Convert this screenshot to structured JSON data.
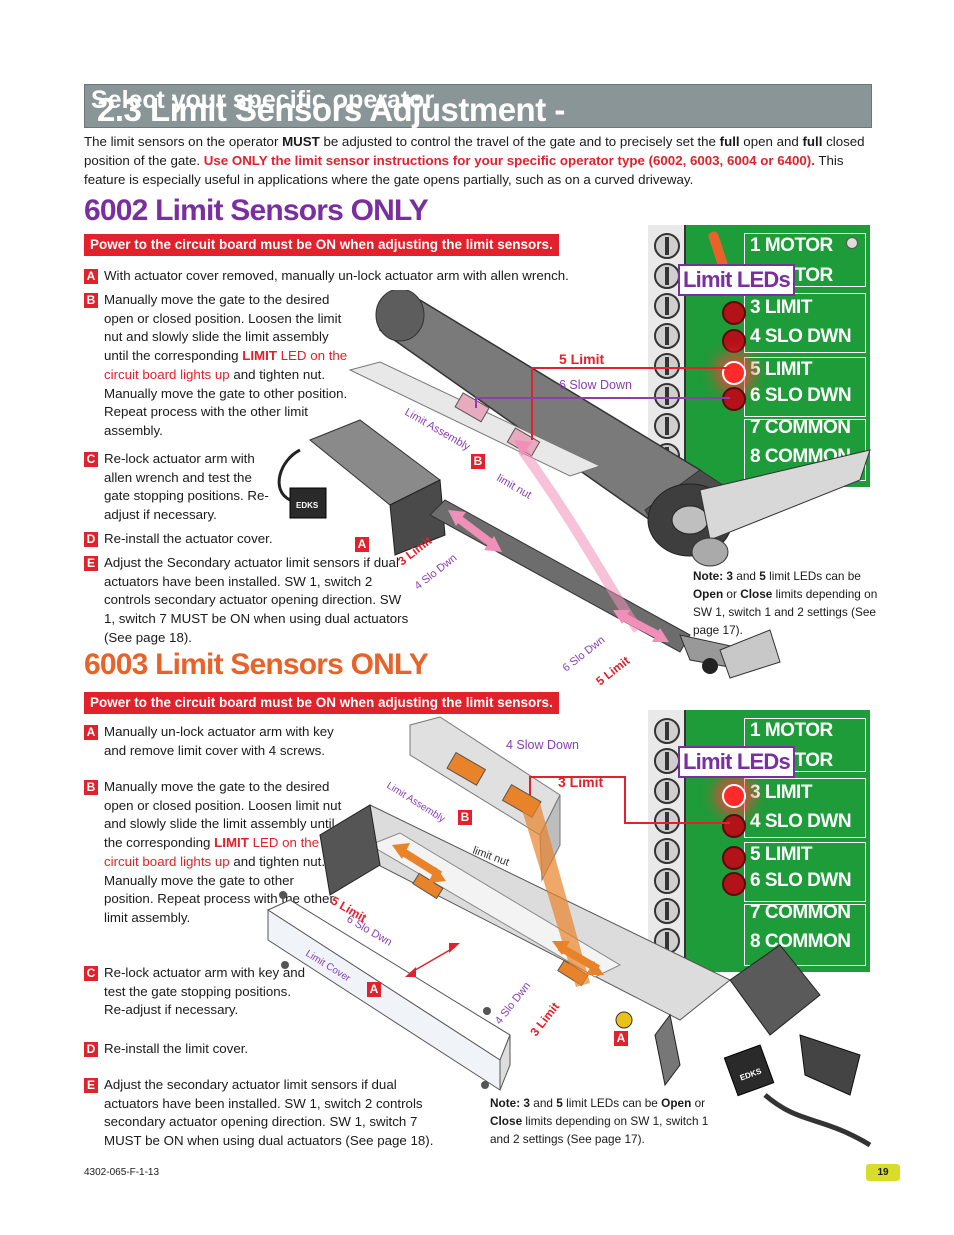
{
  "header": {
    "title_main": "2.3 Limit Sensors Adjustment -",
    "title_sub": "Select your specific operator"
  },
  "intro": {
    "p1a": "The limit sensors on the operator ",
    "p1b": "MUST",
    "p1c": " be adjusted to control the travel of the gate and to precisely set the ",
    "p1d": "full",
    "p1e": " open and ",
    "p1f": "full",
    "p1g": " closed position of the gate. ",
    "p1h": "Use ONLY the limit sensor instructions for your specific operator type (6002, 6003, 6004 or 6400).",
    "p1i": " This feature is especially useful in applications where the gate opens partially, such as on a curved driveway."
  },
  "s6002": {
    "title": "6002 Limit Sensors ONLY",
    "banner": "Power to the circuit board must be ON when adjusting the limit sensors.",
    "steps": [
      {
        "badge": "A",
        "text": "With actuator cover removed, manually un-lock actuator arm with allen wrench."
      },
      {
        "badge": "B",
        "t1": "Manually move the gate to the desired open or closed position. Loosen the limit nut and slowly slide the limit assembly until the corresponding ",
        "t2": "LIMIT",
        "t3": " LED on the circuit board lights up",
        "t4": " and tighten nut. Manually move the gate to other position. Repeat process with the other limit assembly."
      },
      {
        "badge": "C",
        "text": "Re-lock actuator arm with allen wrench and test the gate stopping positions. Re-adjust if necessary."
      },
      {
        "badge": "D",
        "text": "Re-install the actuator cover."
      },
      {
        "badge": "E",
        "text": "Adjust the Secondary actuator limit sensors if dual actuators have been installed. SW 1, switch 2 controls secondary actuator opening direction. SW 1, switch 7 MUST be ON when using dual actuators (See page 18)."
      }
    ],
    "board": {
      "labels": [
        "1 MOTOR",
        "2 MOTOR",
        "3 LIMIT",
        "4 SLO DWN",
        "5 LIMIT",
        "6 SLO DWN",
        "7 COMMON",
        "8 COMMON"
      ],
      "limit_leds": "Limit LEDs"
    },
    "diagram": {
      "five_limit": "5 Limit",
      "six_slow_down": "6 Slow Down",
      "limit_assembly": "Limit Assembly",
      "limit_nut": "limit nut",
      "b": "B",
      "a": "A",
      "three_limit": "3 Limit",
      "four_slo_dwn": "4 Slo Dwn",
      "six_slo_dwn": "6 Slo Dwn",
      "five_limit_bottom": "5 Limit",
      "brand": "EDKS"
    },
    "note": {
      "a": "Note: ",
      "b": "3",
      "c": " and ",
      "d": "5",
      "e": " limit LEDs can be ",
      "f": "Open",
      "g": " or ",
      "h": "Close",
      "i": " limits depending on SW 1, switch 1 and 2 settings (See page 17)."
    }
  },
  "s6003": {
    "title": "6003 Limit Sensors ONLY",
    "banner": "Power to the circuit board must be ON when adjusting the limit sensors.",
    "steps": [
      {
        "badge": "A",
        "text": "Manually un-lock actuator arm with key and remove limit cover with 4 screws."
      },
      {
        "badge": "B",
        "t1": "Manually move the gate to the desired open or closed position. Loosen limit nut and slowly slide the limit assembly until the corresponding ",
        "t2": "LIMIT",
        "t3": " LED on the circuit board lights up",
        "t4": " and tighten nut. Manually move the gate to other position. Repeat process with the other limit assembly."
      },
      {
        "badge": "C",
        "text": "Re-lock actuator arm with key and test the gate stopping positions. Re-adjust if necessary."
      },
      {
        "badge": "D",
        "text": "Re-install the limit cover."
      },
      {
        "badge": "E",
        "text": "Adjust the secondary actuator limit sensors if dual actuators have been installed. SW 1, switch 2 controls secondary actuator opening direction. SW 1, switch 7 MUST be ON when using dual actuators (See page 18)."
      }
    ],
    "board": {
      "labels": [
        "1 MOTOR",
        "2 MOTOR",
        "3 LIMIT",
        "4 SLO DWN",
        "5 LIMIT",
        "6 SLO DWN",
        "7 COMMON",
        "8 COMMON"
      ],
      "limit_leds": "Limit LEDs"
    },
    "diagram": {
      "four_slow_down": "4 Slow Down",
      "three_limit": "3 Limit",
      "limit_assembly": "Limit Assembly",
      "limit_nut": "limit nut",
      "b": "B",
      "five_limit": "5 Limit",
      "six_slo_dwn": "6 Slo Dwn",
      "limit_cover": "Limit Cover",
      "a_cover": "A",
      "four_slo_dwn": "4 Slo Dwn",
      "three_limit_bottom": "3 Limit",
      "a_key": "A",
      "brand": "EDKS"
    },
    "note": {
      "a": "Note: ",
      "b": "3",
      "c": " and ",
      "d": "5",
      "e": " limit LEDs can be ",
      "f": "Open",
      "g": " or ",
      "h": "Close",
      "i": " limits depending on SW 1, switch 1 and 2 settings (See page 17)."
    }
  },
  "footer": {
    "doc_code": "4302-065-F-1-13",
    "page": "19"
  },
  "colors": {
    "header_bg": "#8a9597",
    "accent_red": "#e1212b",
    "purple": "#7a2fa0",
    "board_green": "#1f9c3a",
    "page_badge": "#d7dd2a"
  }
}
